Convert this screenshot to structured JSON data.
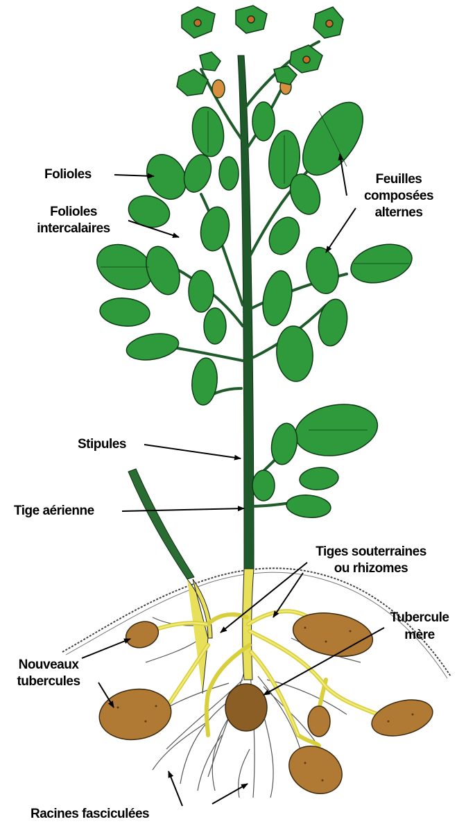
{
  "labels": {
    "folioles": "Folioles",
    "folioles_intercalaires_1": "Folioles",
    "folioles_intercalaires_2": "intercalaires",
    "feuilles_1": "Feuilles",
    "feuilles_2": "composées",
    "feuilles_3": "alternes",
    "stipules": "Stipules",
    "tige_aerienne": "Tige aérienne",
    "tiges_souterraines_1": "Tiges souterraines",
    "tiges_souterraines_2": "ou rhizomes",
    "tubercule_mere_1": "Tubercule",
    "tubercule_mere_2": "mère",
    "nouveaux_1": "Nouveaux",
    "nouveaux_2": "tubercules",
    "racines": "Racines fasciculées"
  },
  "colors": {
    "leaf": "#2f9a3c",
    "leaf_dark": "#1d5e27",
    "stem": "#1f5a2a",
    "rhizome": "#e8e05a",
    "tuber": "#b07a35",
    "root": "#555555"
  }
}
